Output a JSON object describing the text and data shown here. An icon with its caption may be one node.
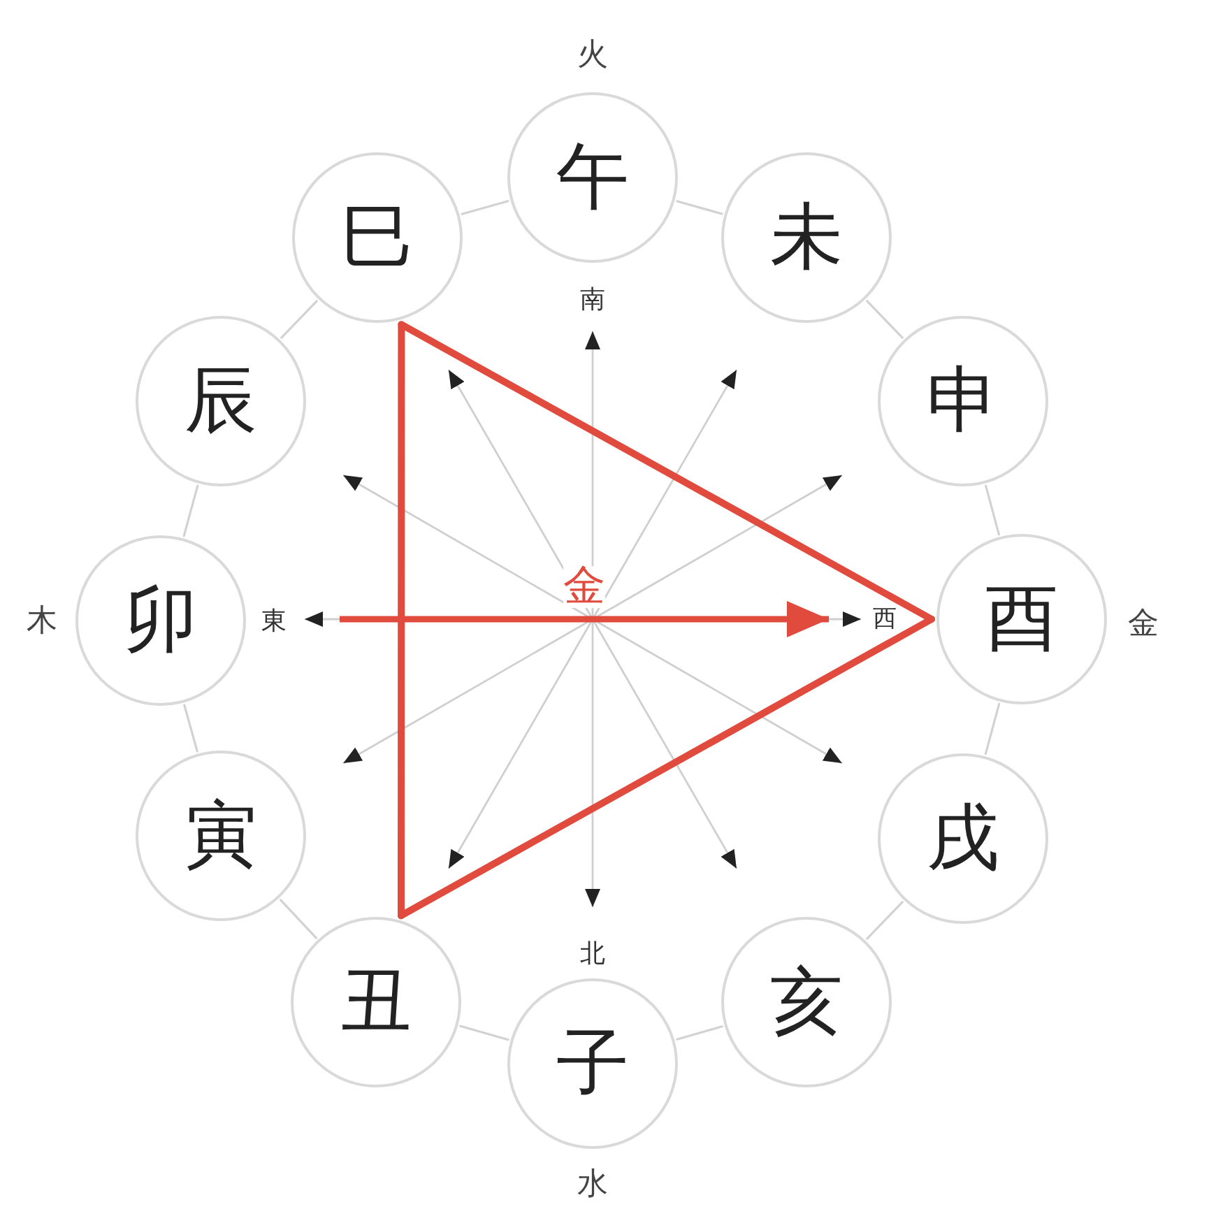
{
  "diagram": {
    "nodes": [
      {
        "text": [
          "午"
        ],
        "beside": [
          "火"
        ]
      },
      {
        "text": [
          "巳"
        ]
      },
      {
        "text": [
          "未"
        ]
      },
      {
        "text": [
          "辰"
        ]
      },
      {
        "text": [
          "申"
        ]
      },
      {
        "text": [
          "卯"
        ],
        "beside": [
          "木"
        ]
      },
      {
        "text": [
          "酉"
        ],
        "beside": [
          "金"
        ]
      },
      {
        "text": [
          "寅"
        ]
      },
      {
        "text": [
          "戌"
        ]
      },
      {
        "text": [
          "丑"
        ]
      },
      {
        "text": [
          "亥"
        ]
      },
      {
        "text": [
          "子"
        ],
        "beside": [
          "水"
        ]
      }
    ],
    "edges": [
      {
        "from": 0,
        "to": 2,
        "arrow": "none"
      },
      {
        "from": 2,
        "to": 4,
        "arrow": "none"
      },
      {
        "from": 4,
        "to": 6,
        "arrow": "none"
      },
      {
        "from": 6,
        "to": 8,
        "arrow": "none"
      },
      {
        "from": 8,
        "to": 10,
        "arrow": "none"
      },
      {
        "from": 10,
        "to": 11,
        "arrow": "none"
      },
      {
        "from": 11,
        "to": 9,
        "arrow": "none"
      },
      {
        "from": 9,
        "to": 7,
        "arrow": "none"
      },
      {
        "from": 7,
        "to": 5,
        "arrow": "none"
      },
      {
        "from": 5,
        "to": 3,
        "arrow": "none"
      },
      {
        "from": 3,
        "to": 1,
        "arrow": "none"
      },
      {
        "from": 1,
        "to": 0,
        "arrow": "none"
      },
      {
        "from": 1,
        "to": 6,
        "arrow": "none",
        "style": "thick",
        "color": "#e04b3d"
      },
      {
        "from": 6,
        "to": 9,
        "arrow": "none",
        "style": "thick",
        "color": "#e04b3d"
      },
      {
        "from": 9,
        "to": 1,
        "arrow": "none",
        "style": "thick",
        "color": "#e04b3d"
      }
    ],
    "labels": [
      "南",
      "金",
      "東",
      "西",
      "北"
    ]
  }
}
